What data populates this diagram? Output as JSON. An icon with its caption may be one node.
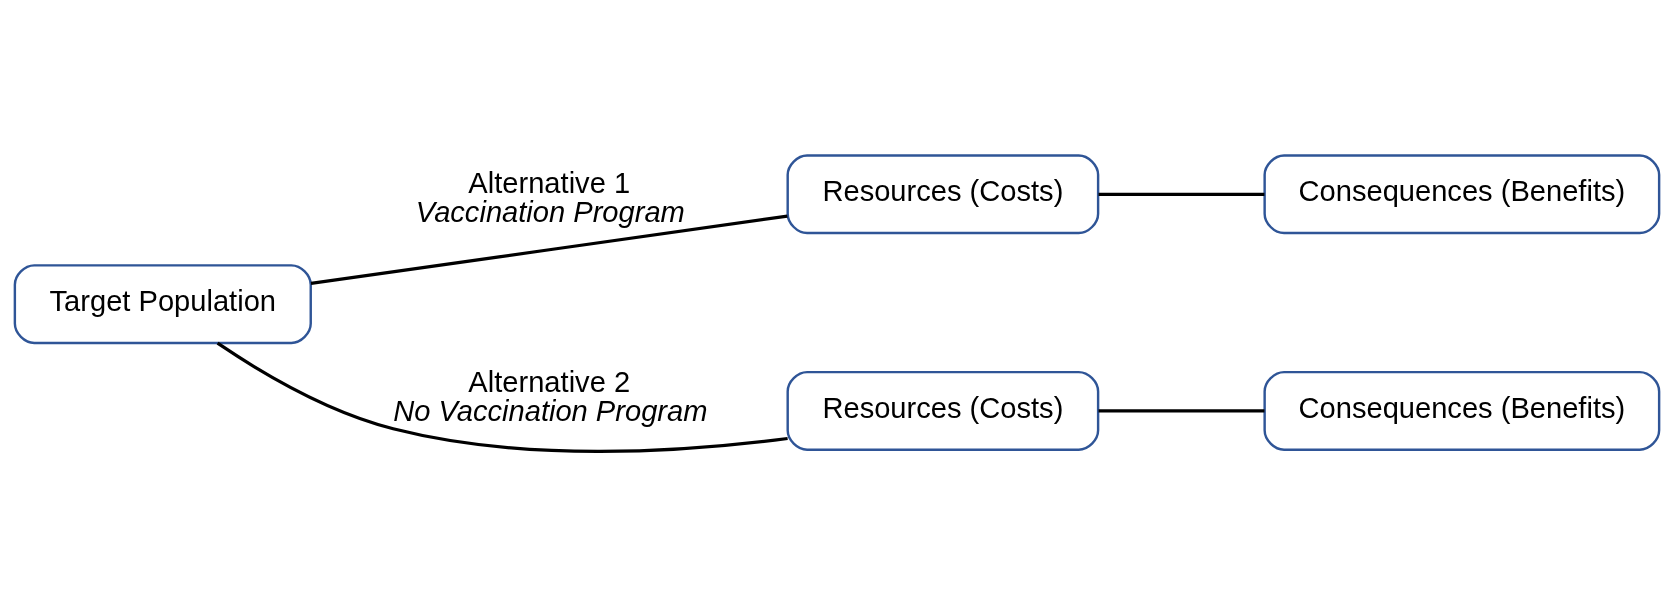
{
  "diagram": {
    "nodes": [
      {
        "text": [
          "Target Population"
        ]
      },
      {
        "text": [
          "Resources (Costs)"
        ]
      },
      {
        "text": [
          "Consequences (Benefits)"
        ]
      },
      {
        "text": [
          "Resources (Costs)"
        ]
      },
      {
        "text": [
          "Consequences (Benefits)"
        ]
      }
    ],
    "edges": [
      {
        "from": 0,
        "to": 1,
        "arrow": "none",
        "label": "Alternative 1 *Vaccination Program*"
      },
      {
        "from": 1,
        "to": 2,
        "arrow": "none"
      },
      {
        "from": 0,
        "to": 3,
        "arrow": "none",
        "label": "Alternative 2 *No Vaccination Program*"
      },
      {
        "from": 3,
        "to": 4,
        "arrow": "none"
      }
    ]
  }
}
